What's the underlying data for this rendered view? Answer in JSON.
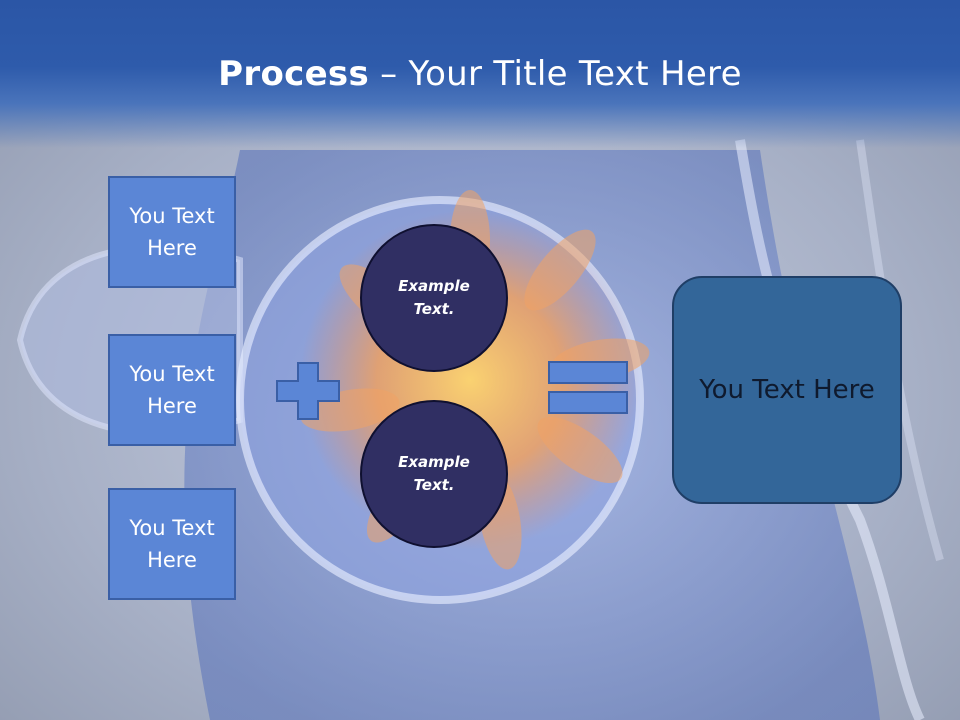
{
  "title": {
    "bold": "Process",
    "rest": " – Your Title Text Here"
  },
  "left_boxes": [
    "You Text Here",
    "You Text Here",
    "You Text Here"
  ],
  "circles": [
    "Example Text.",
    "Example Text."
  ],
  "result_box": "You Text Here",
  "icons": {
    "operator_1": "plus-icon",
    "operator_2": "equals-icon"
  },
  "colors": {
    "title_band": "#2e5bab",
    "left_box_fill": "#5b86d6",
    "circle_fill": "#302f63",
    "result_fill": "#336699",
    "operator_fill": "#5b86d6"
  }
}
